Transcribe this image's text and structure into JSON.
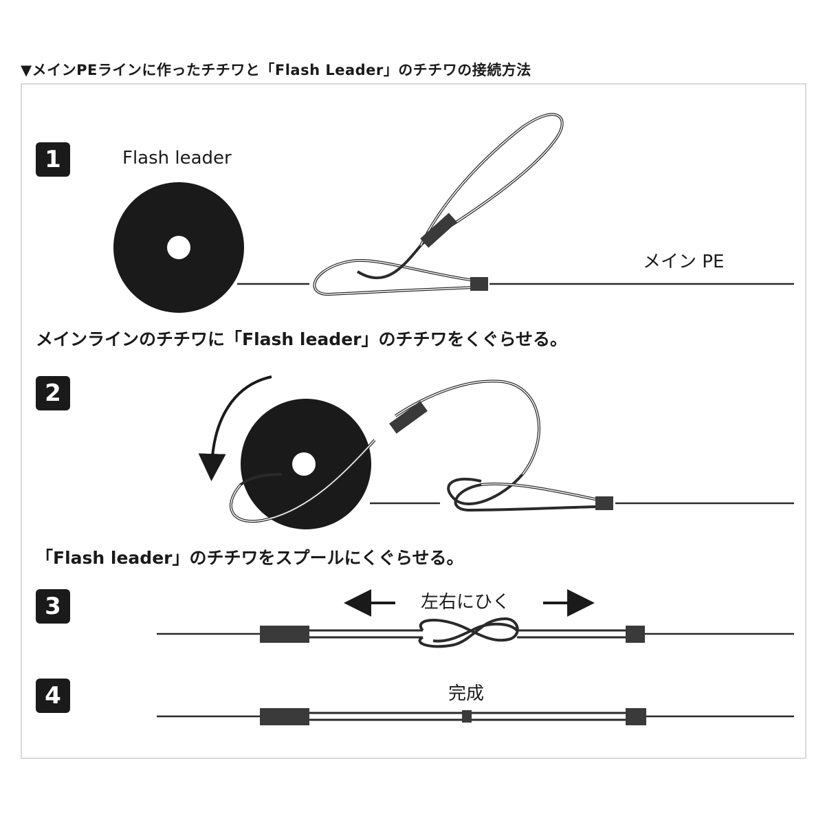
{
  "title": "▼メインPEラインに作ったチチワと「Flash Leader」のチチワの接続方法",
  "steps": [
    {
      "number": "1",
      "caption": "メインラインのチチワに「Flash leader」のチチワをくぐらせる。"
    },
    {
      "number": "2",
      "caption": "「Flash leader」のチチワをスプールにくぐらせる。"
    },
    {
      "number": "3",
      "caption": ""
    },
    {
      "number": "4",
      "caption": ""
    }
  ],
  "labels": {
    "flash_leader": "Flash leader",
    "main_pe": "メイン PE",
    "pull": "左右にひく",
    "done": "完成"
  },
  "colors": {
    "ink": "#1a1a1a",
    "line": "#2a2a2a",
    "frame": "#d9d9d9"
  }
}
